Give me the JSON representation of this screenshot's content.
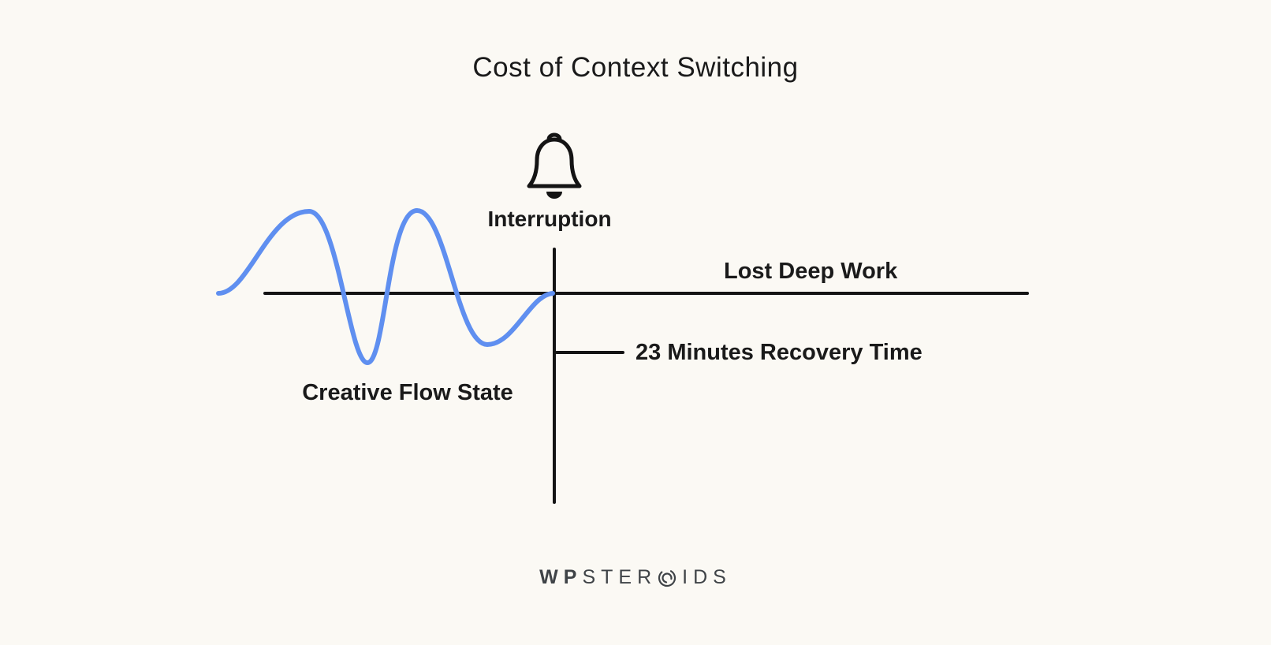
{
  "title": "Cost of Context Switching",
  "labels": {
    "interruption": "Interruption",
    "lost_deep_work": "Lost Deep Work",
    "recovery_time": "23 Minutes Recovery Time",
    "creative_flow": "Creative Flow State"
  },
  "logo": {
    "part1": "WP",
    "part2": "STER",
    "part3": "IDS",
    "o_icon": "concentric-arcs-o"
  },
  "icons": {
    "bell": "notification-bell"
  },
  "colors": {
    "background": "#FBF9F4",
    "line": "#141414",
    "wave": "#5F8FF0",
    "text": "#1A1A1A",
    "logo": "#3F4347"
  }
}
